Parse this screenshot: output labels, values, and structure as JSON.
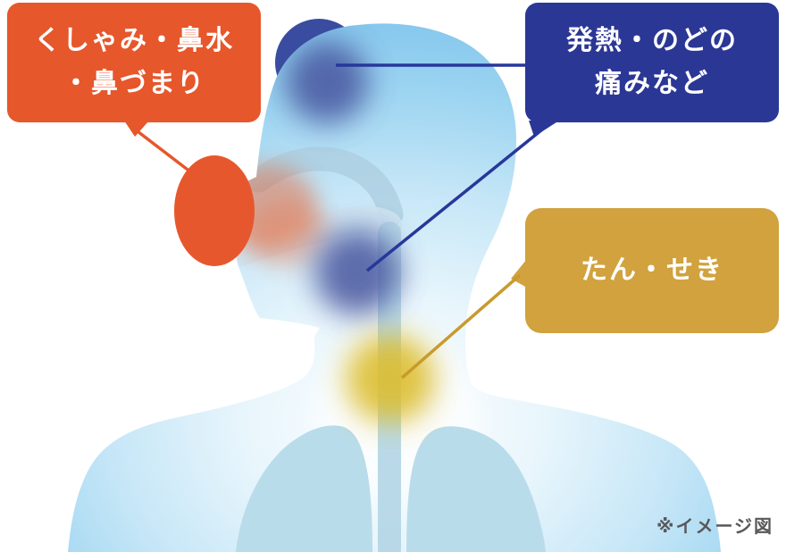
{
  "figure": {
    "title_note": "※イメージ図",
    "callouts": [
      {
        "id": "sneeze",
        "lines": [
          "くしゃみ・鼻水",
          "・鼻づまり"
        ],
        "color": "#e6572c",
        "points_to": "nose"
      },
      {
        "id": "fever",
        "lines": [
          "発熱・のどの",
          "痛みなど"
        ],
        "color": "#2b3795",
        "points_to": "head-and-throat"
      },
      {
        "id": "cough",
        "lines": [
          "たん・せき"
        ],
        "color": "#d1a23e",
        "points_to": "windpipe"
      }
    ],
    "illustration_colors": {
      "body_light": "#fafdff",
      "body_edge": "#7ec3ec",
      "inner_airway": "#accee0",
      "lungs": "#b9dceb",
      "fever_glow": "#46549e",
      "throat_glow": "#46549e",
      "cough_glow": "#dcbd2d",
      "sneeze_spot": "#e7572d",
      "note_gray": "#58595b"
    }
  }
}
